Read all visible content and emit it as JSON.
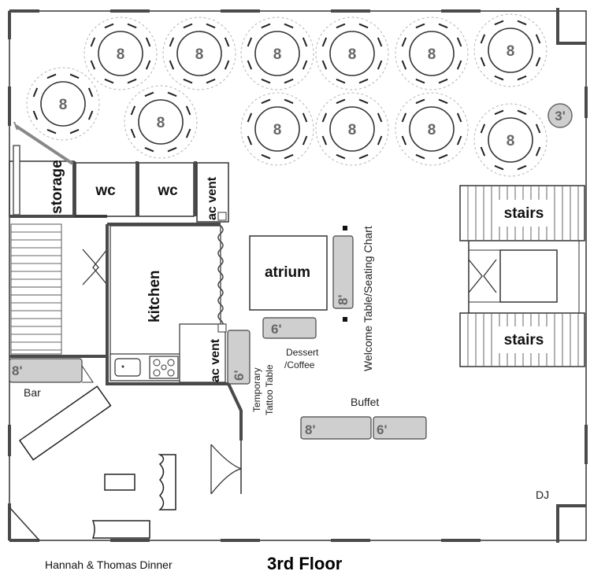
{
  "title": "3rd Floor",
  "caption": "Hannah & Thomas Dinner",
  "round_tables": [
    {
      "seats": "8"
    },
    {
      "seats": "8"
    },
    {
      "seats": "8"
    },
    {
      "seats": "8"
    },
    {
      "seats": "8"
    },
    {
      "seats": "8"
    },
    {
      "seats": "8"
    },
    {
      "seats": "8"
    },
    {
      "seats": "8"
    },
    {
      "seats": "8"
    },
    {
      "seats": "8"
    },
    {
      "seats": "8"
    }
  ],
  "small_round_table": {
    "size": "3'"
  },
  "rooms": {
    "storage": "storage",
    "wc1": "wc",
    "wc2": "wc",
    "ac_vent_top": "ac vent",
    "ac_vent_bottom": "ac vent",
    "kitchen": "kitchen",
    "atrium": "atrium",
    "stairs_top": "stairs",
    "stairs_bottom": "stairs"
  },
  "rect_tables": {
    "bar": "8'",
    "dessert": "6'",
    "tattoo": "6'",
    "welcome": "8'",
    "buffet_8": "8'",
    "buffet_6": "6'"
  },
  "labels": {
    "bar": "Bar",
    "dessert_line1": "Dessert",
    "dessert_line2": "/Coffee",
    "tattoo_line1": "Temporary",
    "tattoo_line2": "Tattoo Table",
    "welcome": "Welcome Table/Seating Chart",
    "buffet": "Buffet",
    "dj": "DJ"
  }
}
